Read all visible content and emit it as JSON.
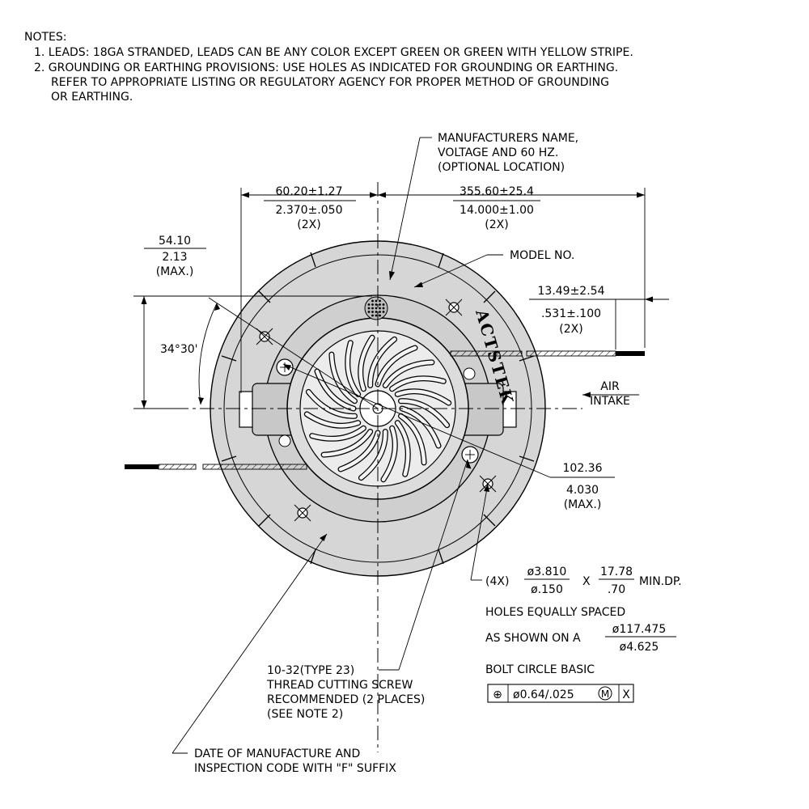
{
  "notes": {
    "heading": "NOTES:",
    "lines": [
      "1. LEADS: 18GA STRANDED, LEADS CAN BE ANY COLOR EXCEPT GREEN OR GREEN WITH YELLOW STRIPE.",
      "2. GROUNDING OR EARTHING PROVISIONS: USE HOLES AS INDICATED FOR GROUNDING OR EARTHING.",
      "REFER TO APPROPRIATE LISTING OR REGULATORY AGENCY FOR PROPER METHOD OF GROUNDING",
      "OR EARTHING."
    ]
  },
  "callouts": {
    "manufacturer": [
      "MANUFACTURERS NAME,",
      "VOLTAGE AND 60 HZ.",
      "(OPTIONAL LOCATION)"
    ],
    "model": "MODEL NO.",
    "air": "AIR",
    "intake": "INTAKE",
    "screw": [
      "10-32(TYPE 23)",
      "THREAD CUTTING SCREW",
      "RECOMMENDED (2 PLACES)",
      "(SEE NOTE 2)"
    ],
    "date": [
      "DATE OF MANUFACTURE AND",
      "INSPECTION CODE WITH \"F\" SUFFIX"
    ],
    "brand": "ACTSTEK"
  },
  "dimensions": {
    "d1": {
      "top": "60.20±1.27",
      "bottom": "2.370±.050",
      "qty": "(2X)"
    },
    "d2": {
      "top": "355.60±25.4",
      "bottom": "14.000±1.00",
      "qty": "(2X)"
    },
    "d3": {
      "top": "54.10",
      "bottom": "2.13",
      "qty": "(MAX.)"
    },
    "d4": {
      "top": "13.49±2.54",
      "bottom": ".531±.100",
      "qty": "(2X)"
    },
    "d5": {
      "top": "102.36",
      "bottom": "4.030",
      "qty": "(MAX.)"
    },
    "angle": "34°30'"
  },
  "holes": {
    "qty": "(4X)",
    "dia_top": "ø3.810",
    "dia_bottom": "ø.150",
    "times": "X",
    "depth_top": "17.78",
    "depth_bottom": ".70",
    "depth_suffix": "MIN.DP.",
    "line1": "HOLES EQUALLY SPACED",
    "line2": "AS SHOWN ON A",
    "bc_top": "ø117.475",
    "bc_bottom": "ø4.625",
    "line3": "BOLT CIRCLE BASIC"
  },
  "tolerance_frame": {
    "symbol": "⊕",
    "value": "ø0.64/.025",
    "modifier": "M",
    "datum": "X"
  }
}
